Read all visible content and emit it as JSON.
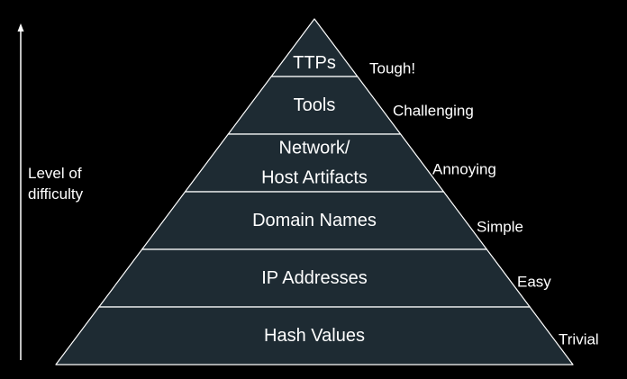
{
  "colors": {
    "background": "#000000",
    "tier_fill": "#1e2b33",
    "tier_border": "#ffffff",
    "text": "#ffffff",
    "arrow": "#ffffff"
  },
  "axis": {
    "label_line1": "Level of",
    "label_line2": "difficulty",
    "direction": "up"
  },
  "tiers": [
    {
      "label_lines": [
        "TTPs"
      ],
      "difficulty": "Tough!"
    },
    {
      "label_lines": [
        "Tools"
      ],
      "difficulty": "Challenging"
    },
    {
      "label_lines": [
        "Network/",
        "Host Artifacts"
      ],
      "difficulty": "Annoying"
    },
    {
      "label_lines": [
        "Domain Names"
      ],
      "difficulty": "Simple"
    },
    {
      "label_lines": [
        "IP Addresses"
      ],
      "difficulty": "Easy"
    },
    {
      "label_lines": [
        "Hash Values"
      ],
      "difficulty": "Trivial"
    }
  ]
}
